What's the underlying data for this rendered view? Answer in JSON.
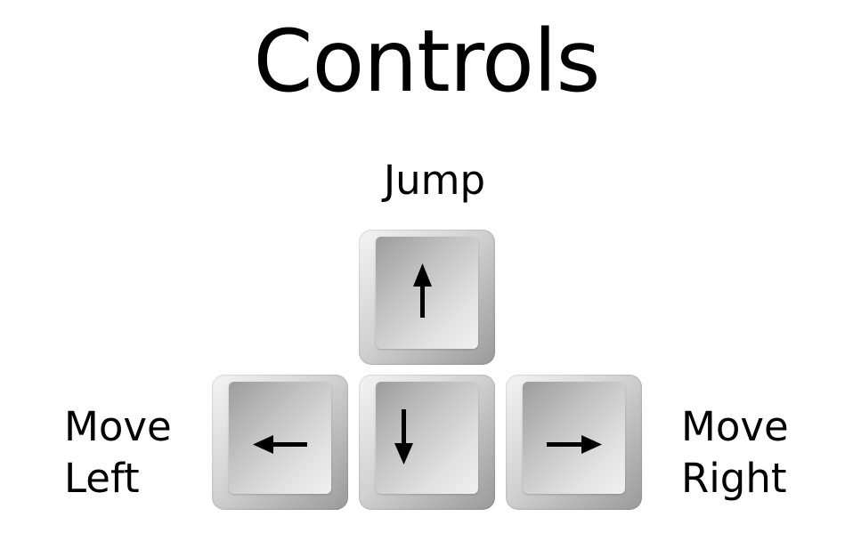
{
  "title": "Controls",
  "labels": {
    "jump": "Jump",
    "move_left": [
      "Move",
      "Left"
    ],
    "move_right": [
      "Move",
      "Right"
    ]
  },
  "keys": [
    {
      "name": "up",
      "icon": "arrow-up-icon"
    },
    {
      "name": "left",
      "icon": "arrow-left-icon"
    },
    {
      "name": "down",
      "icon": "arrow-down-icon"
    },
    {
      "name": "right",
      "icon": "arrow-right-icon"
    }
  ],
  "colors": {
    "text": "#000000",
    "background": "#ffffff",
    "key_light": "#f4f4f4",
    "key_dark": "#9a9a9a"
  }
}
